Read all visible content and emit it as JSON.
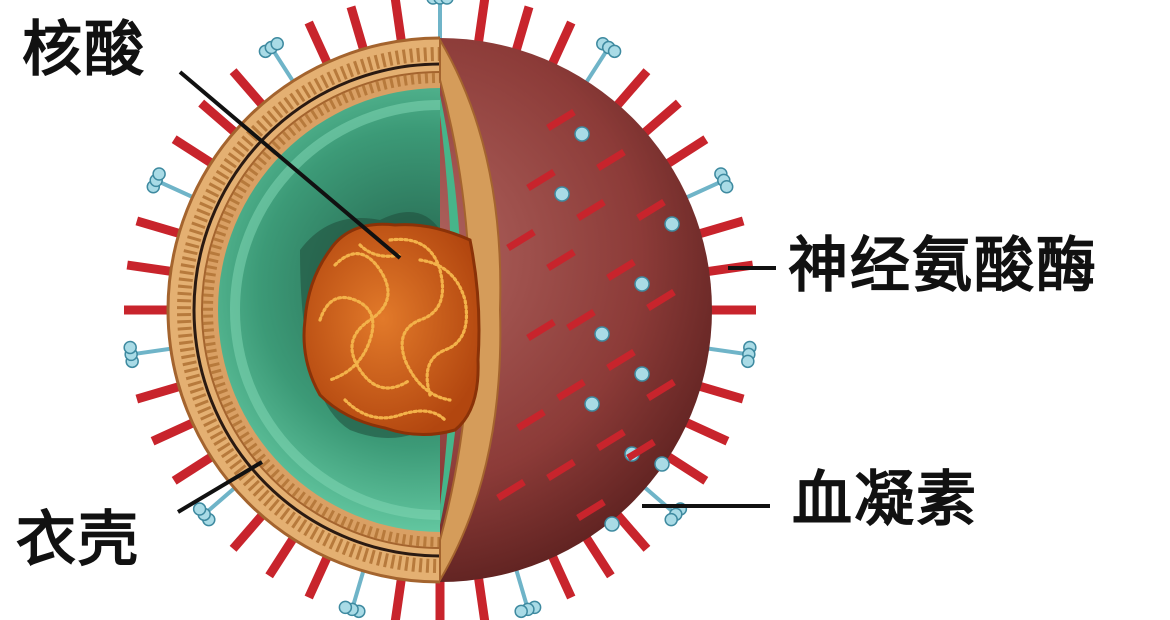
{
  "labels": {
    "nucleic_acid": "核酸",
    "capsid": "衣壳",
    "neuraminidase": "神经氨酸酶",
    "hemagglutinin": "血凝素"
  },
  "colors": {
    "envelope_surface": "#8c3b38",
    "envelope_shadow": "#5a1e1c",
    "lipid_layer": "#d59c5a",
    "matrix_green": "#3fae86",
    "matrix_dark": "#1d5c45",
    "core_orange": "#d8641c",
    "core_strand": "#f3b24a",
    "hemagglutinin_spike": "#c8242c",
    "neuraminidase_spike": "#6fb4c8",
    "leader_line": "#111111"
  }
}
